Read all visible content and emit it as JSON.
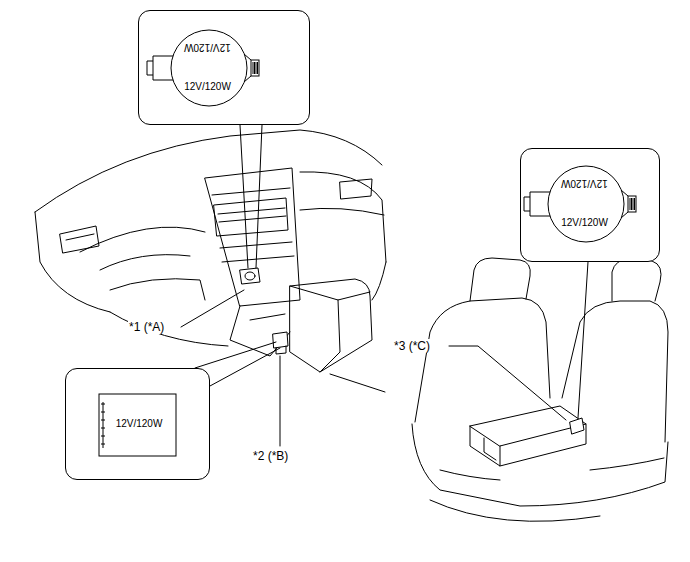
{
  "diagram": {
    "nodes": [
      {
        "text": [
          "12V/120W",
          "12V/120W"
        ]
      },
      {
        "text": [
          "12V/120W"
        ]
      },
      {
        "text": [
          "12V/120W",
          "12V/120W"
        ]
      }
    ],
    "labels": [
      "*1 (*A)",
      "*2 (*B)",
      "*3 (*C)"
    ]
  }
}
